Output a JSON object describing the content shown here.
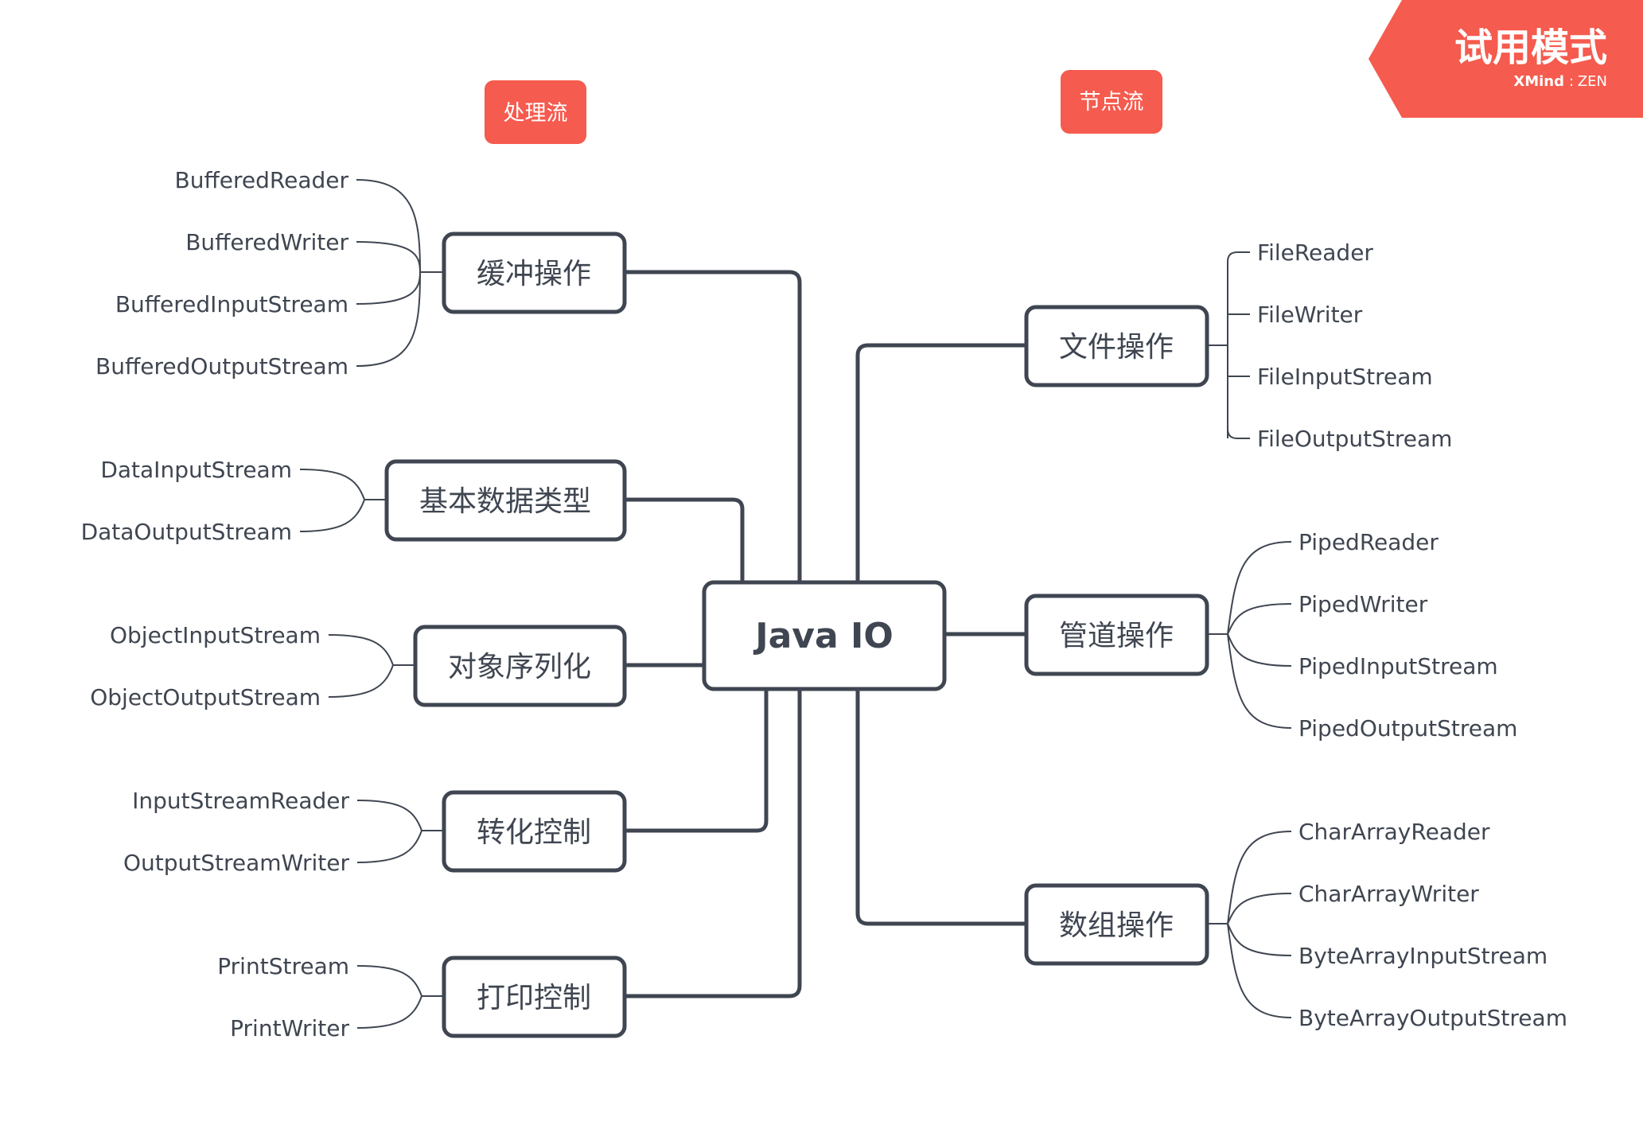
{
  "watermark": {
    "title": "试用模式",
    "brand": "XMind",
    "edition": "ZEN",
    "color": "#f55b4e"
  },
  "tags": {
    "left": "处理流",
    "right": "节点流",
    "color": "#f55b4e"
  },
  "central": {
    "label": "Java IO"
  },
  "left_branches": [
    {
      "label": "缓冲操作",
      "children": [
        "BufferedReader",
        "BufferedWriter",
        "BufferedInputStream",
        "BufferedOutputStream"
      ]
    },
    {
      "label": "基本数据类型",
      "children": [
        "DataInputStream",
        "DataOutputStream"
      ]
    },
    {
      "label": "对象序列化",
      "children": [
        "ObjectInputStream",
        "ObjectOutputStream"
      ]
    },
    {
      "label": "转化控制",
      "children": [
        "InputStreamReader",
        "OutputStreamWriter"
      ]
    },
    {
      "label": "打印控制",
      "children": [
        "PrintStream",
        "PrintWriter"
      ]
    }
  ],
  "right_branches": [
    {
      "label": "文件操作",
      "children": [
        "FileReader",
        "FileWriter",
        "FileInputStream",
        "FileOutputStream"
      ]
    },
    {
      "label": "管道操作",
      "children": [
        "PipedReader",
        "PipedWriter",
        "PipedInputStream",
        "PipedOutputStream"
      ]
    },
    {
      "label": "数组操作",
      "children": [
        "CharArrayReader",
        "CharArrayWriter",
        "ByteArrayInputStream",
        "ByteArrayOutputStream"
      ]
    }
  ],
  "colors": {
    "line": "#3f4651",
    "text": "#3f4651",
    "node_border": "#3f4651"
  }
}
